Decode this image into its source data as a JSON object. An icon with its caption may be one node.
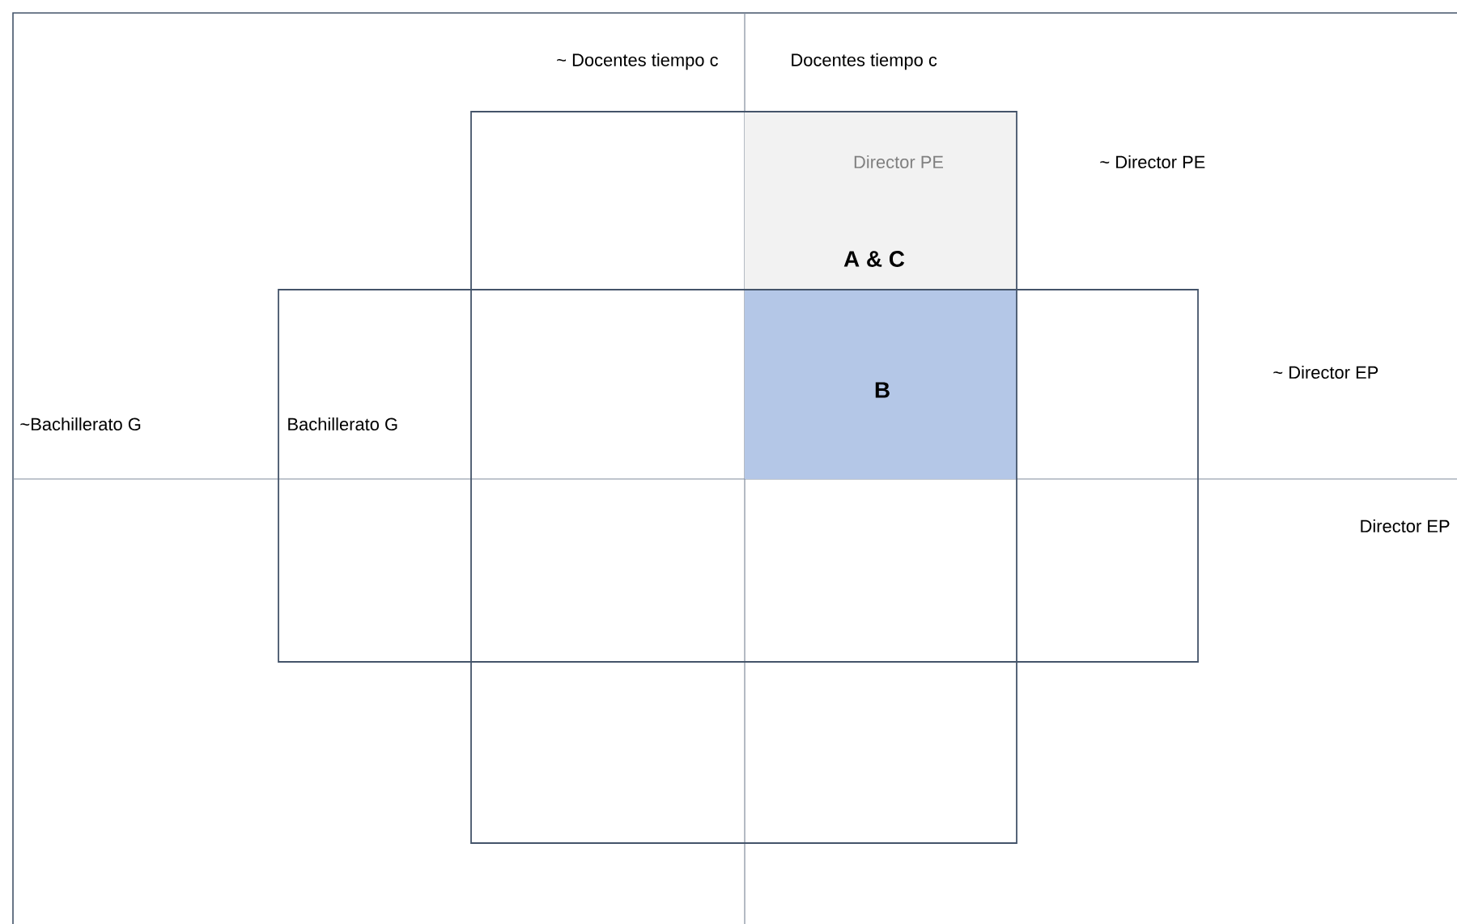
{
  "diagram": {
    "nodes": [
      {
        "text": [],
        "shape": "box"
      },
      {
        "text": [
          "Bachillerato G"
        ]
      },
      {
        "text": [
          "Director PE",
          "A & C"
        ],
        "in": 0
      },
      {
        "text": [
          "B"
        ]
      }
    ],
    "labels": [
      "~ Docentes tiempo c",
      "Docentes tiempo c",
      "~ Director PE",
      "~ Director EP",
      "~Bachillerato G",
      "Director EP"
    ]
  }
}
